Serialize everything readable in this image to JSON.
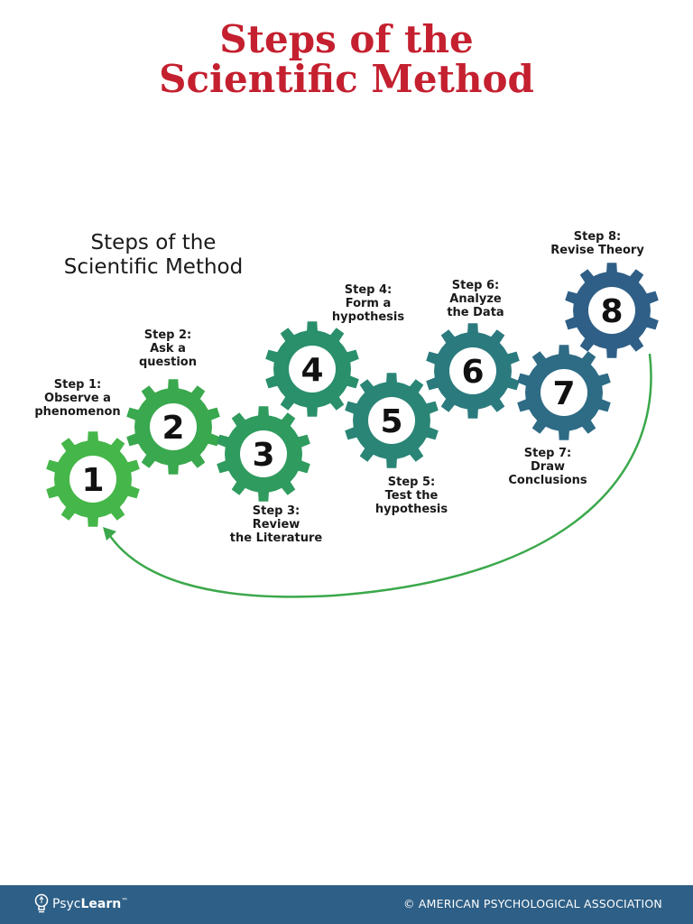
{
  "page": {
    "title_line1": "Steps of the",
    "title_line2": "Scientific Method"
  },
  "diagram": {
    "heading_line1": "Steps of the",
    "heading_line2": "Scientific Method",
    "steps": [
      {
        "number": "1",
        "label": [
          "Step 1:",
          "Observe a",
          "phenomenon"
        ],
        "color": "#45b649"
      },
      {
        "number": "2",
        "label": [
          "Step 2:",
          "Ask a",
          "question"
        ],
        "color": "#3aa84e"
      },
      {
        "number": "3",
        "label": [
          "Step 3:",
          "Review",
          "the Literature"
        ],
        "color": "#2f9b5e"
      },
      {
        "number": "4",
        "label": [
          "Step 4:",
          "Form a",
          "hypothesis"
        ],
        "color": "#2a8f6b"
      },
      {
        "number": "5",
        "label": [
          "Step 5:",
          "Test the",
          "hypothesis"
        ],
        "color": "#2a8576"
      },
      {
        "number": "6",
        "label": [
          "Step 6:",
          "Analyze",
          "the Data"
        ],
        "color": "#2b7a7e"
      },
      {
        "number": "7",
        "label": [
          "Step 7:",
          "Draw",
          "Conclusions"
        ],
        "color": "#2e6b85"
      },
      {
        "number": "8",
        "label": [
          "Step 8:",
          "Revise Theory"
        ],
        "color": "#2f5f86"
      }
    ],
    "arrow_color": "#3ba84b"
  },
  "footer": {
    "brand_prefix": "Psyc",
    "brand_bold": "Learn",
    "brand_mark": "™",
    "copyright": "© AMERICAN PSYCHOLOGICAL ASSOCIATION",
    "background": "#2e5f86"
  }
}
